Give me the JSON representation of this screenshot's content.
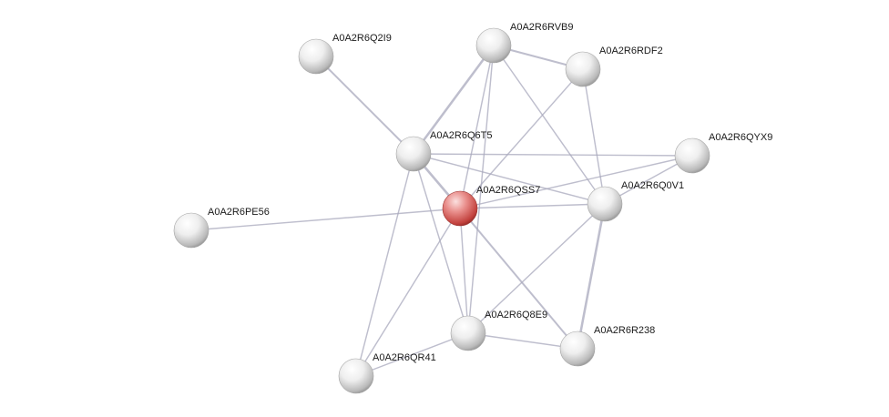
{
  "network": {
    "query_node": "A0A2R6QSS7",
    "colors": {
      "query": "#d9534f",
      "node": "#e6e6e6",
      "edge": "#a8a8bc"
    },
    "nodes": [
      {
        "id": "A0A2R6Q2I9",
        "label": "A0A2R6Q2I9",
        "query": false
      },
      {
        "id": "A0A2R6RVB9",
        "label": "A0A2R6RVB9",
        "query": false
      },
      {
        "id": "A0A2R6RDF2",
        "label": "A0A2R6RDF2",
        "query": false
      },
      {
        "id": "A0A2R6Q6T5",
        "label": "A0A2R6Q6T5",
        "query": false
      },
      {
        "id": "A0A2R6QYX9",
        "label": "A0A2R6QYX9",
        "query": false
      },
      {
        "id": "A0A2R6QSS7",
        "label": "A0A2R6QSS7",
        "query": true
      },
      {
        "id": "A0A2R6Q0V1",
        "label": "A0A2R6Q0V1",
        "query": false
      },
      {
        "id": "A0A2R6PE56",
        "label": "A0A2R6PE56",
        "query": false
      },
      {
        "id": "A0A2R6Q8E9",
        "label": "A0A2R6Q8E9",
        "query": false
      },
      {
        "id": "A0A2R6R238",
        "label": "A0A2R6R238",
        "query": false
      },
      {
        "id": "A0A2R6QR41",
        "label": "A0A2R6QR41",
        "query": false
      }
    ],
    "edges": [
      {
        "source": "A0A2R6Q2I9",
        "target": "A0A2R6Q6T5",
        "weight": 2
      },
      {
        "source": "A0A2R6RVB9",
        "target": "A0A2R6Q6T5",
        "weight": 3
      },
      {
        "source": "A0A2R6RVB9",
        "target": "A0A2R6RDF2",
        "weight": 2
      },
      {
        "source": "A0A2R6RVB9",
        "target": "A0A2R6QSS7",
        "weight": 1
      },
      {
        "source": "A0A2R6RVB9",
        "target": "A0A2R6Q0V1",
        "weight": 1
      },
      {
        "source": "A0A2R6RVB9",
        "target": "A0A2R6Q8E9",
        "weight": 1
      },
      {
        "source": "A0A2R6RDF2",
        "target": "A0A2R6QSS7",
        "weight": 1
      },
      {
        "source": "A0A2R6RDF2",
        "target": "A0A2R6Q0V1",
        "weight": 1
      },
      {
        "source": "A0A2R6Q6T5",
        "target": "A0A2R6QSS7",
        "weight": 3
      },
      {
        "source": "A0A2R6Q6T5",
        "target": "A0A2R6QYX9",
        "weight": 1
      },
      {
        "source": "A0A2R6Q6T5",
        "target": "A0A2R6Q0V1",
        "weight": 1
      },
      {
        "source": "A0A2R6Q6T5",
        "target": "A0A2R6Q8E9",
        "weight": 1
      },
      {
        "source": "A0A2R6Q6T5",
        "target": "A0A2R6QR41",
        "weight": 1
      },
      {
        "source": "A0A2R6QSS7",
        "target": "A0A2R6QYX9",
        "weight": 1
      },
      {
        "source": "A0A2R6QSS7",
        "target": "A0A2R6Q0V1",
        "weight": 1
      },
      {
        "source": "A0A2R6QSS7",
        "target": "A0A2R6PE56",
        "weight": 1
      },
      {
        "source": "A0A2R6QSS7",
        "target": "A0A2R6Q8E9",
        "weight": 1
      },
      {
        "source": "A0A2R6QSS7",
        "target": "A0A2R6R238",
        "weight": 2
      },
      {
        "source": "A0A2R6QSS7",
        "target": "A0A2R6QR41",
        "weight": 1
      },
      {
        "source": "A0A2R6Q0V1",
        "target": "A0A2R6QYX9",
        "weight": 1
      },
      {
        "source": "A0A2R6Q0V1",
        "target": "A0A2R6R238",
        "weight": 3
      },
      {
        "source": "A0A2R6Q0V1",
        "target": "A0A2R6Q8E9",
        "weight": 1
      },
      {
        "source": "A0A2R6Q8E9",
        "target": "A0A2R6R238",
        "weight": 1
      },
      {
        "source": "A0A2R6Q8E9",
        "target": "A0A2R6QR41",
        "weight": 1
      }
    ]
  }
}
